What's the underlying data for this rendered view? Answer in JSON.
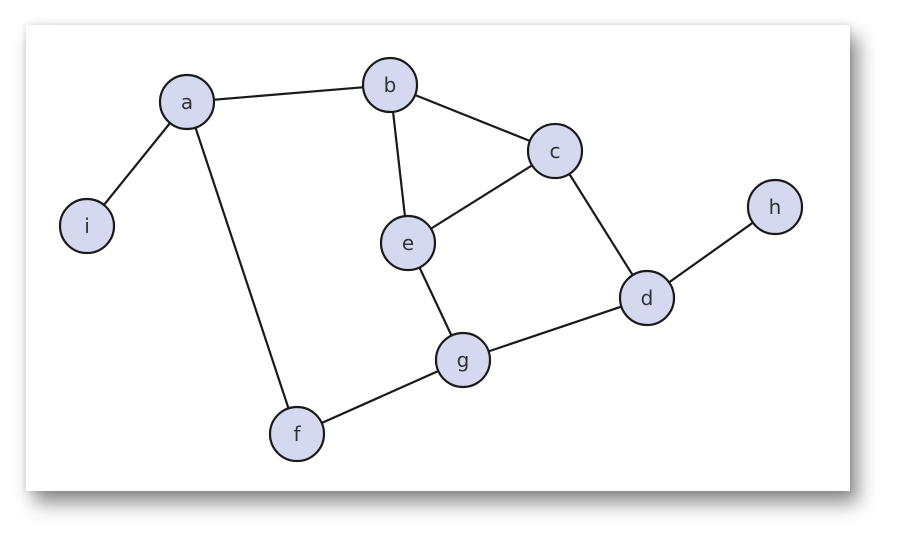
{
  "graph": {
    "nodes": [
      {
        "id": "a",
        "label": "a"
      },
      {
        "id": "b",
        "label": "b"
      },
      {
        "id": "c",
        "label": "c"
      },
      {
        "id": "d",
        "label": "d"
      },
      {
        "id": "e",
        "label": "e"
      },
      {
        "id": "f",
        "label": "f"
      },
      {
        "id": "g",
        "label": "g"
      },
      {
        "id": "h",
        "label": "h"
      },
      {
        "id": "i",
        "label": "i"
      }
    ],
    "edges": [
      {
        "from": "a",
        "to": "b"
      },
      {
        "from": "a",
        "to": "i"
      },
      {
        "from": "a",
        "to": "f"
      },
      {
        "from": "b",
        "to": "c"
      },
      {
        "from": "b",
        "to": "e"
      },
      {
        "from": "c",
        "to": "e"
      },
      {
        "from": "c",
        "to": "d"
      },
      {
        "from": "d",
        "to": "h"
      },
      {
        "from": "d",
        "to": "g"
      },
      {
        "from": "e",
        "to": "g"
      },
      {
        "from": "g",
        "to": "f"
      }
    ],
    "colors": {
      "node_fill": "#d5d9ef",
      "stroke": "#1a1a1a"
    }
  }
}
